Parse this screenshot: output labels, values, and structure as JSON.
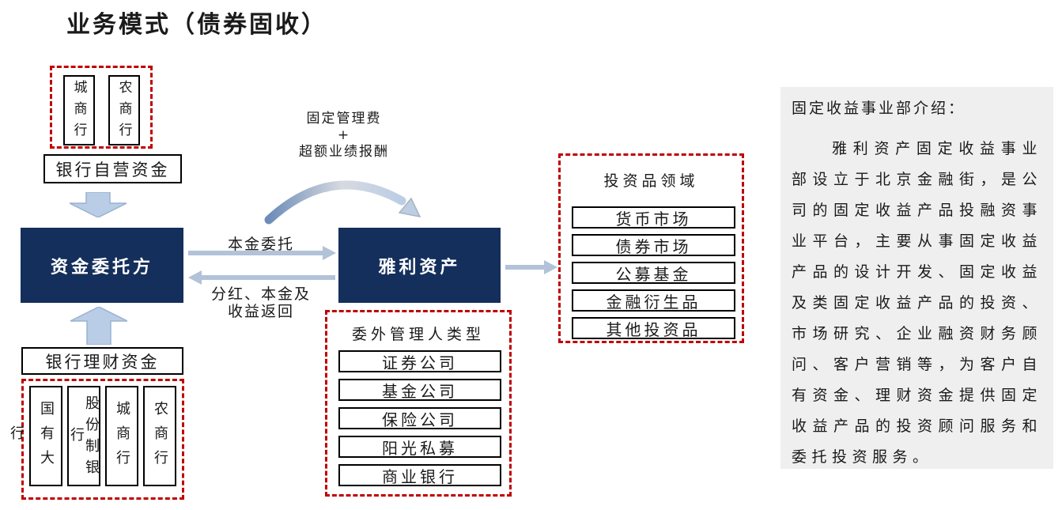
{
  "title": "业务模式（债券固收）",
  "left": {
    "top_group": {
      "items": [
        "城商行",
        "农商行"
      ]
    },
    "self_funds_label": "银行自营资金",
    "principal_box": "资金委托方",
    "wealth_funds_label": "银行理财资金",
    "bottom_group": {
      "items": [
        "国有大行",
        "股份制银行",
        "城商行",
        "农商行"
      ]
    }
  },
  "center": {
    "fee_label": {
      "line1": "固定管理费",
      "plus": "+",
      "line2": "超额业绩报酬"
    },
    "entrust_label": "本金委托",
    "return_label": {
      "line1": "分红、本金及",
      "line2": "收益返回"
    },
    "manager_box": "雅利资产",
    "manager_types": {
      "title": "委外管理人类型",
      "items": [
        "证券公司",
        "基金公司",
        "保险公司",
        "阳光私募",
        "商业银行"
      ]
    }
  },
  "right": {
    "investment_areas": {
      "title": "投资品领域",
      "items": [
        "货币市场",
        "债券市场",
        "公募基金",
        "金融衍生品",
        "其他投资品"
      ]
    },
    "intro_panel": {
      "heading": "固定收益事业部介绍：",
      "body": "雅利资产固定收益事业部设立于北京金融街，是公司的固定收益产品投融资事业平台，主要从事固定收益产品的设计开发、固定收益及类固定收益产品的投资、市场研究、企业融资财务顾问、客户营销等，为客户自有资金、理财资金提供固定收益产品的投资顾问服务和委托投资服务。"
    }
  },
  "colors": {
    "navy": "#142f5c",
    "dashed_red": "#bf0000",
    "arrow": "#b2c2d8",
    "arrow_fill": "#b9cde6",
    "panel_bg": "#efefef"
  }
}
